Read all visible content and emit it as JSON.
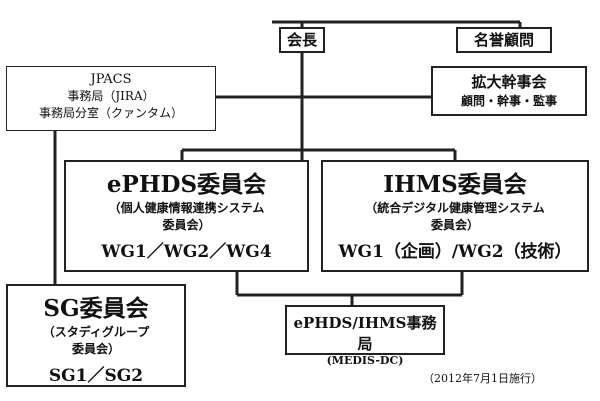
{
  "nodes": {
    "kaicho": {
      "label": "会長"
    },
    "meiyo_komon": {
      "label": "名誉顧問"
    },
    "jpacs": {
      "line1": "JPACS",
      "line2": "事務局（JIRA）",
      "line3": "事務局分室（クァンタム）"
    },
    "kakudai": {
      "title": "拡大幹事会",
      "sub": "顧問・幹事・監事"
    },
    "ephds": {
      "title": "ePHDS委員会",
      "sub1": "（個人健康情報連携システム",
      "sub2": "委員会）",
      "wg": "WG1／WG2／WG4"
    },
    "ihms": {
      "title": "IHMS委員会",
      "sub1": "（統合デジタル健康管理システム",
      "sub2": "委員会）",
      "wg": "WG1（企画）/WG2（技術）"
    },
    "sg": {
      "title": "SG委員会",
      "sub1": "（スタディグループ",
      "sub2": "委員会）",
      "wg": "SG1／SG2"
    },
    "office": {
      "title": "ePHDS/IHMS事務局",
      "sub": "(MEDIS-DC)"
    }
  },
  "footnote": "（2012年7月1日施行）",
  "colors": {
    "line": "#222222",
    "border": "#222222",
    "background": "#ffffff"
  }
}
